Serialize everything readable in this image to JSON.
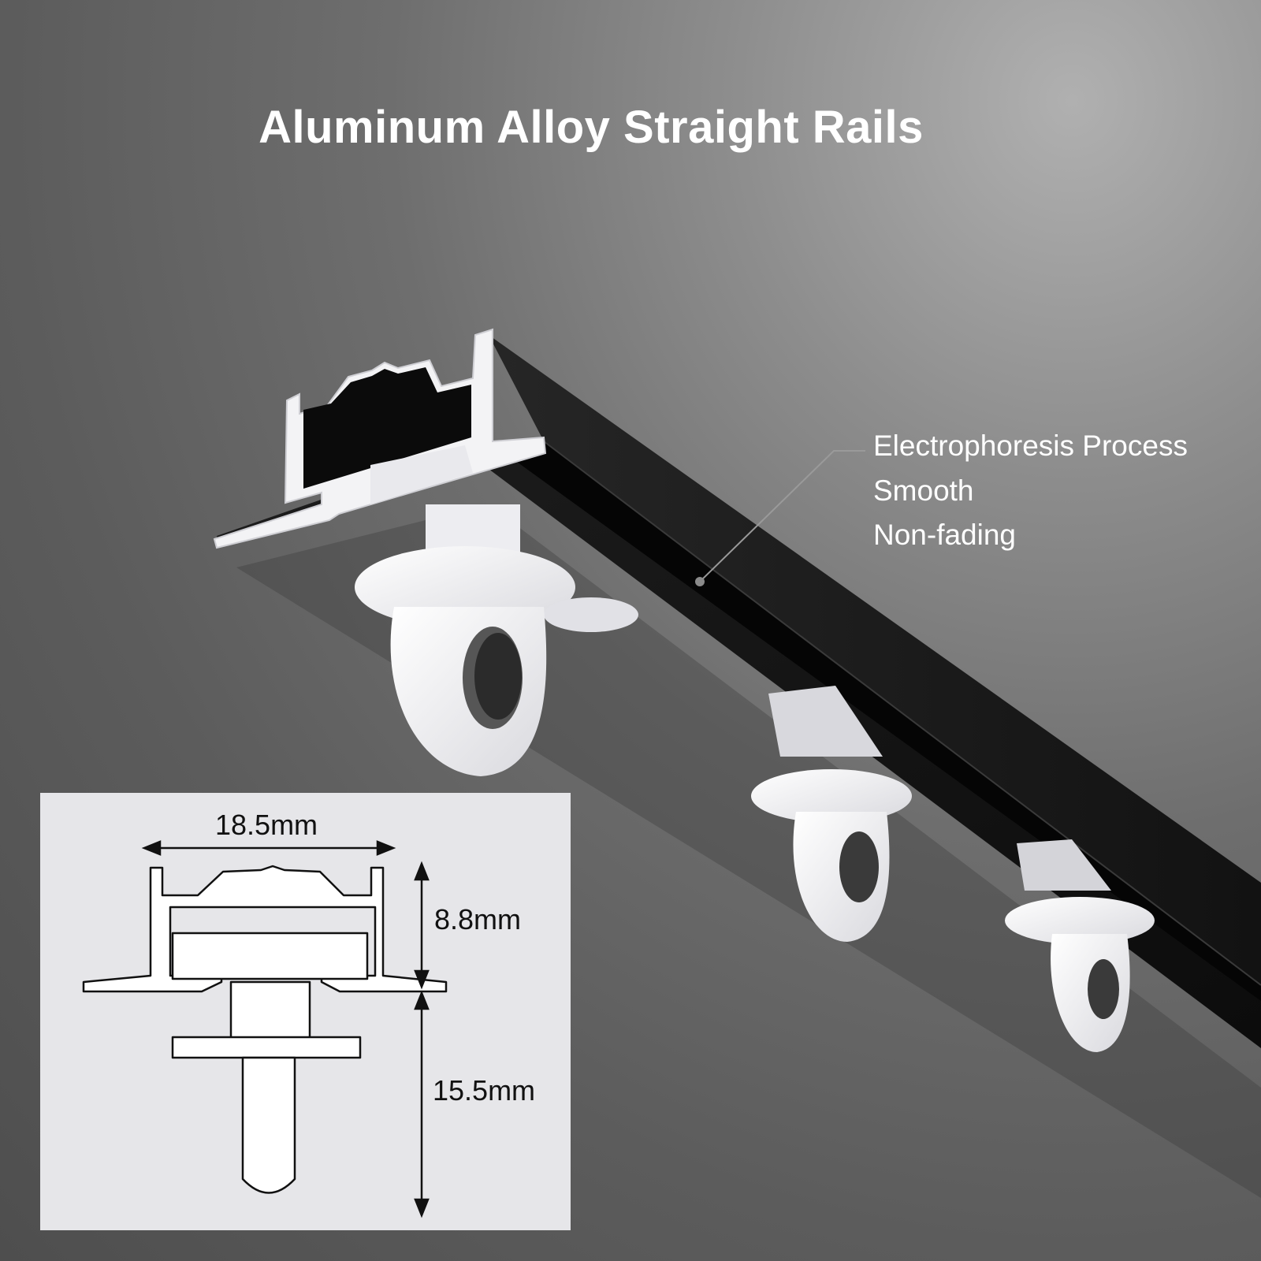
{
  "title": "Aluminum Alloy Straight Rails",
  "callout": {
    "lines": [
      "Electrophoresis Process",
      "Smooth",
      "Non-fading"
    ]
  },
  "dimensions": {
    "width": "18.5mm",
    "head_height": "8.8mm",
    "stem_height": "15.5mm"
  },
  "colors": {
    "rail": "#111111",
    "glider": "#f2f2f4",
    "diagram_bg": "#e6e6e9"
  }
}
